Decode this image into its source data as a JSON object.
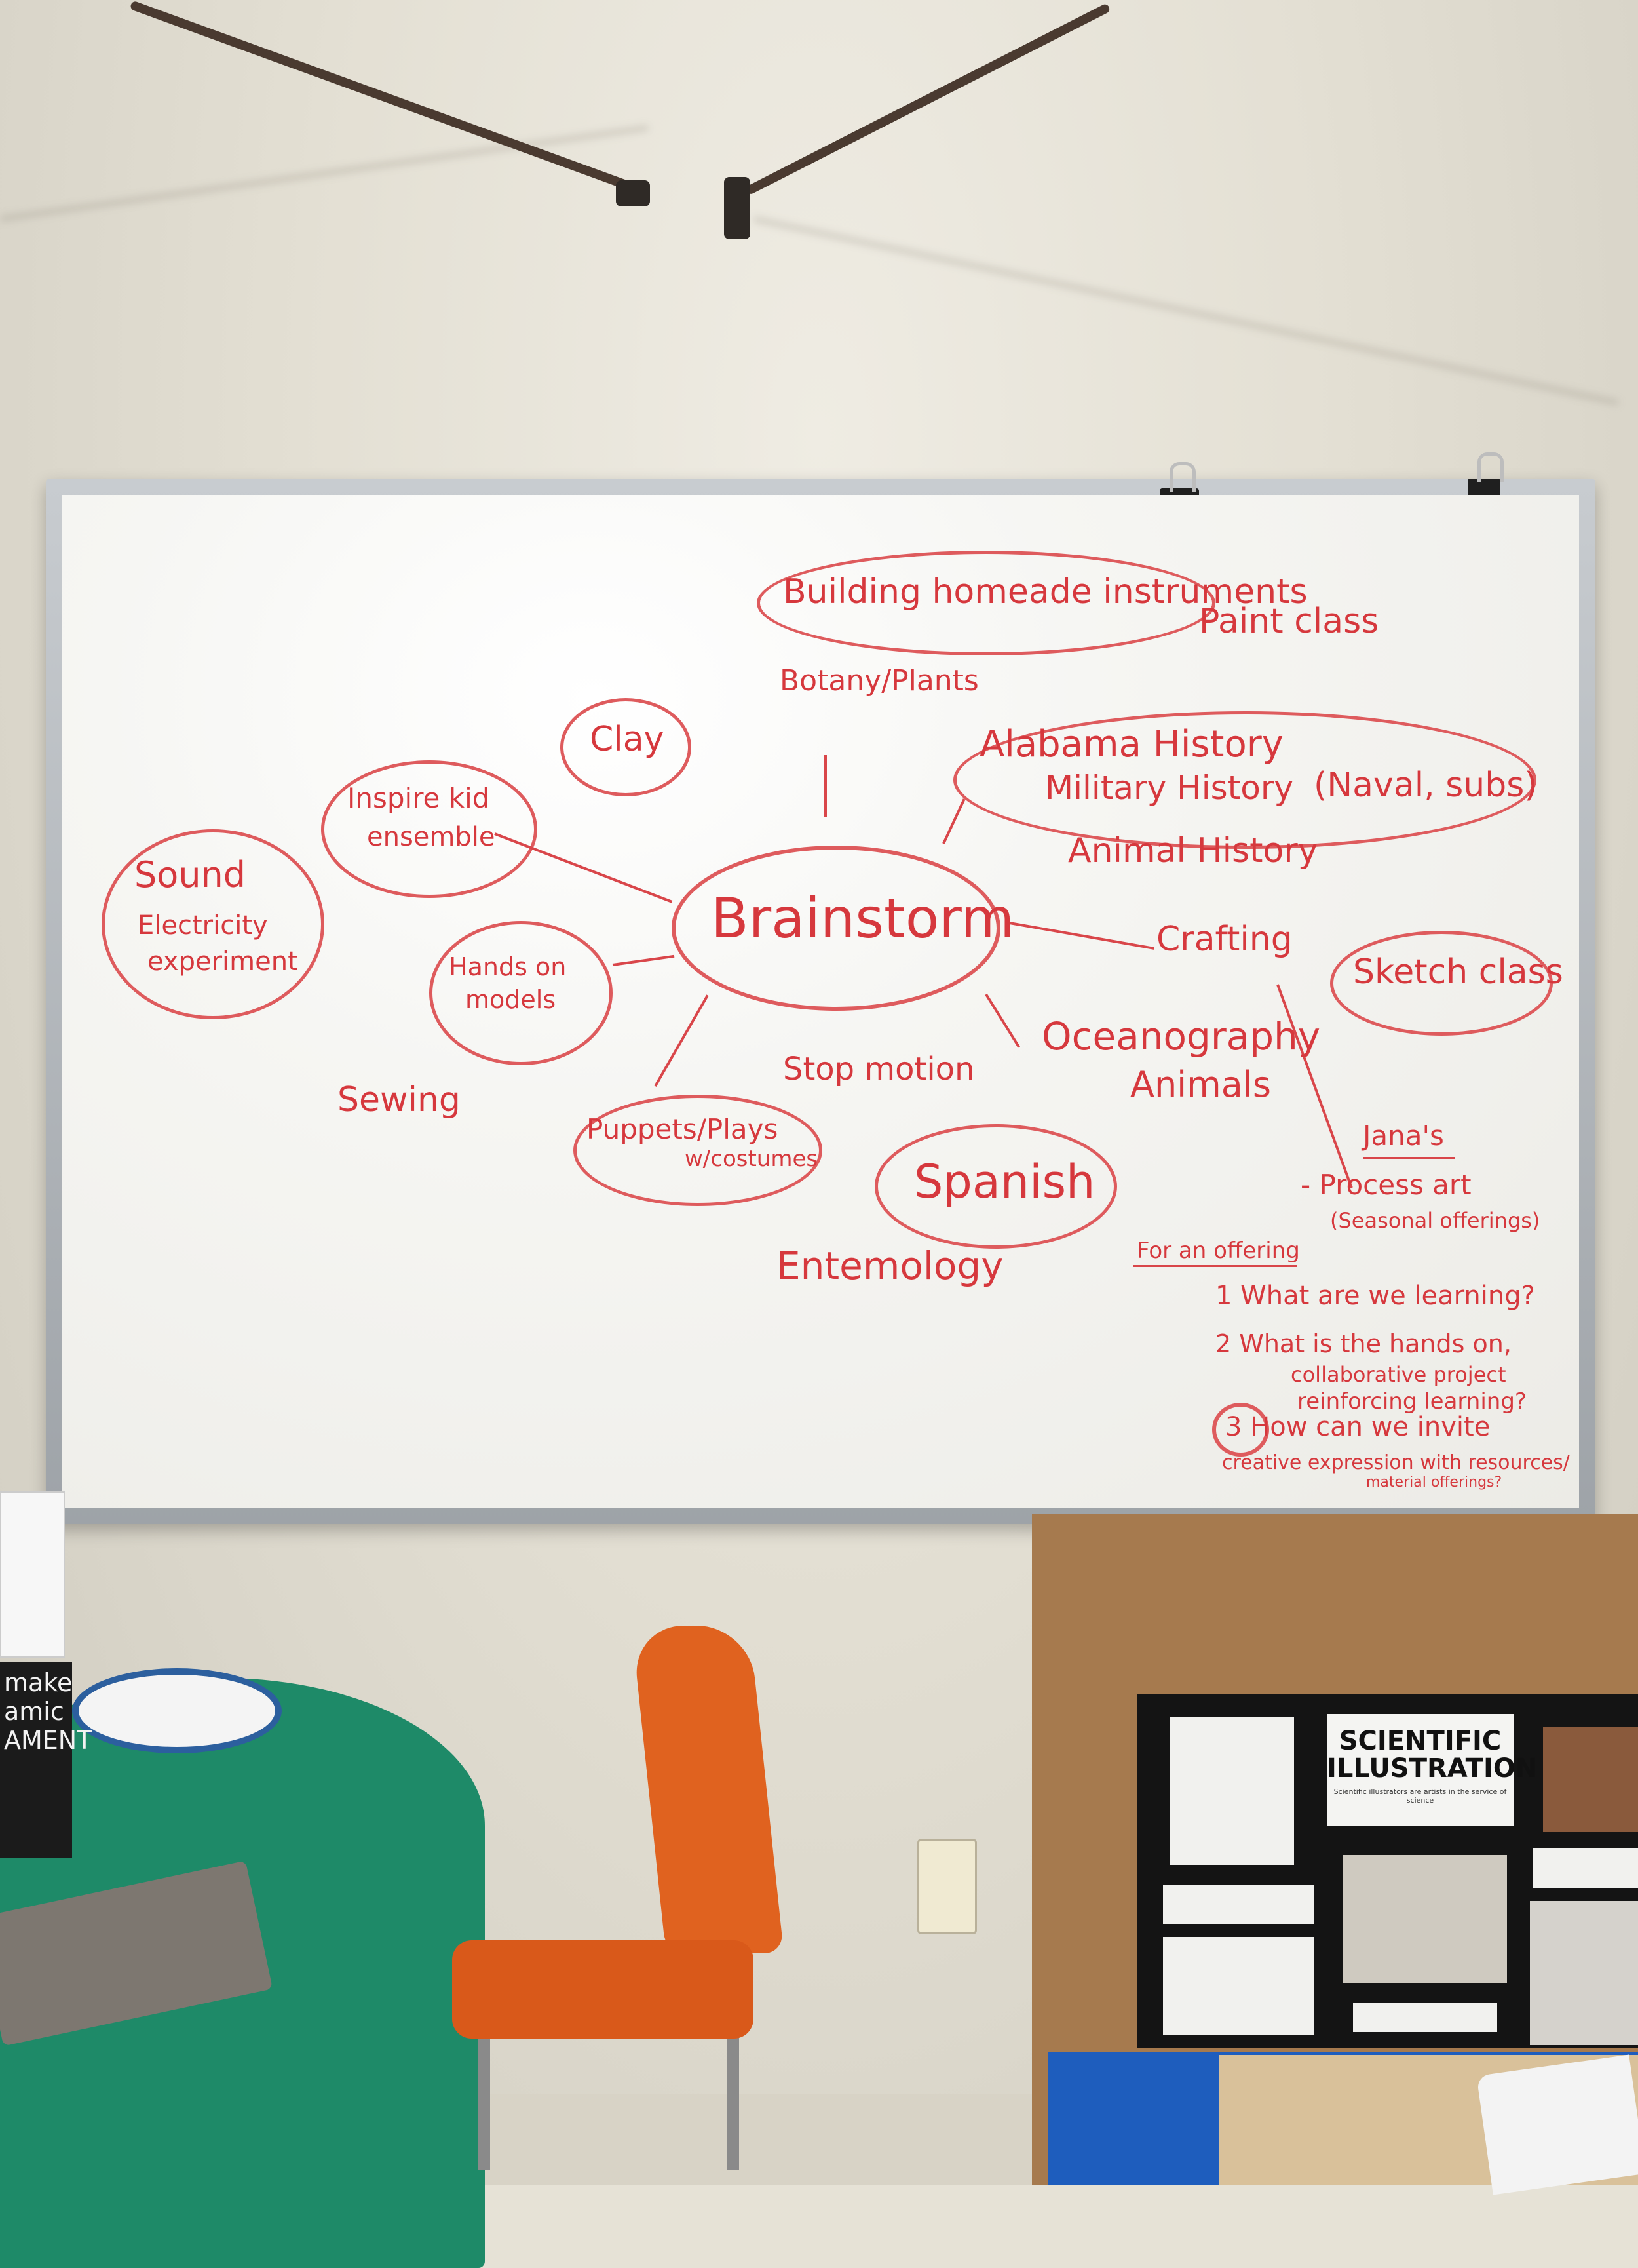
{
  "whiteboard": {
    "center": "Brainstorm",
    "topics": {
      "instruments": "Building homeade instruments",
      "paint": "Paint class",
      "botany": "Botany/Plants",
      "clay": "Clay",
      "inspire_line1": "Inspire kid",
      "inspire_line2": "ensemble",
      "sound_line1": "Sound",
      "sound_line2": "Electricity",
      "sound_line3": "experiment",
      "hands_line1": "Hands on",
      "hands_line2": "models",
      "alabama": "Alabama History",
      "military": "Military History",
      "naval": "(Naval, subs)",
      "animal_history": "Animal History",
      "crafting": "Crafting",
      "sketch": "Sketch class",
      "ocean_line1": "Oceanography",
      "ocean_line2": "Animals",
      "stop_motion": "Stop motion",
      "sewing": "Sewing",
      "puppets_line1": "Puppets/Plays",
      "puppets_line2": "w/costumes",
      "spanish": "Spanish",
      "entemology": "Entemology"
    },
    "notes": {
      "janas": "Jana's",
      "process_art": "- Process art",
      "seasonal": "(Seasonal offerings)",
      "for_offering": "For an offering",
      "q1": "1 What are we learning?",
      "q2_line1": "2 What is the hands on,",
      "q2_line2": "collaborative project",
      "q2_line3": "reinforcing learning?",
      "q3_line1": "3 How can we invite",
      "q3_line2": "creative expression with resources/",
      "q3_line3": "material offerings?"
    }
  },
  "room": {
    "sign_text": [
      "make",
      "amic",
      "AMENT"
    ],
    "poster_title": "SCIENTIFIC ILLUSTRATION",
    "poster_subtitle": "Scientific illustrators are artists in the service of science"
  }
}
